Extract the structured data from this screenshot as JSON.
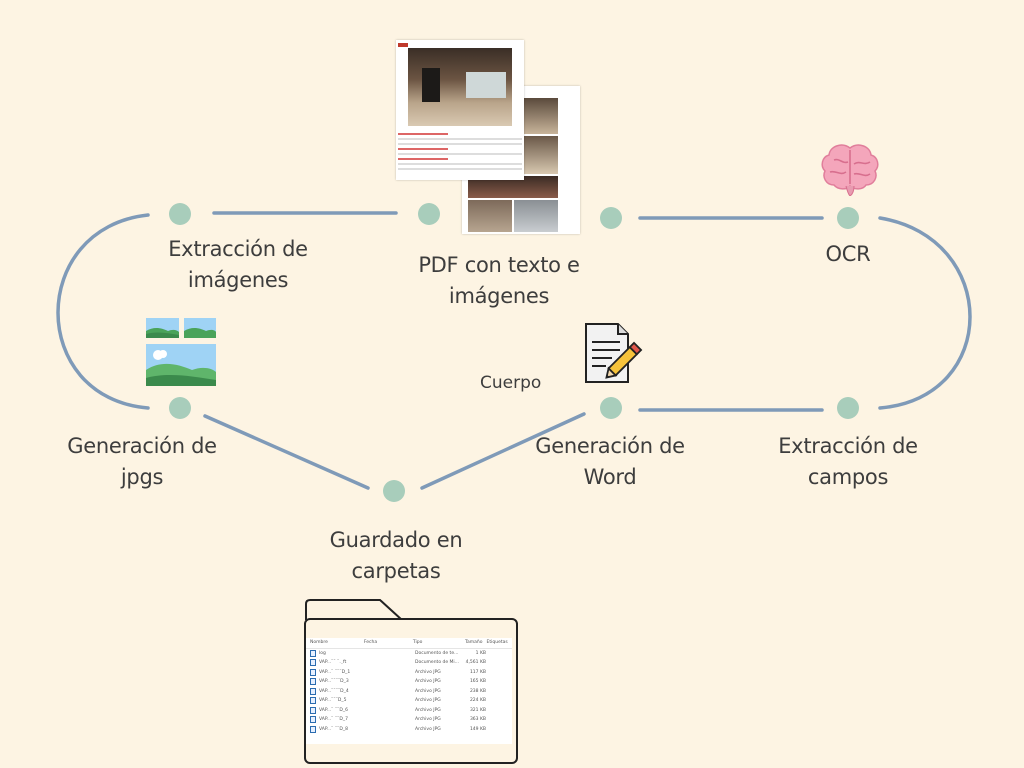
{
  "nodes": {
    "extraccion_imagenes": {
      "lines": [
        "Extracción de",
        "imágenes"
      ]
    },
    "pdf": {
      "lines": [
        "PDF con texto e",
        "imágenes"
      ]
    },
    "ocr": {
      "lines": [
        "OCR"
      ]
    },
    "generacion_jpgs": {
      "lines": [
        "Generación de",
        "jpgs"
      ]
    },
    "guardado": {
      "lines": [
        "Guardado en",
        "carpetas"
      ]
    },
    "generacion_word": {
      "lines": [
        "Generación de",
        "Word"
      ]
    },
    "extraccion_campos": {
      "lines": [
        "Extracción de",
        "campos"
      ]
    },
    "cuerpo": "Cuerpo"
  },
  "icons": {
    "brain": "brain-icon",
    "images": "images-icon",
    "document": "document-pencil-icon",
    "folder": "folder-icon"
  },
  "explorer": {
    "columns": {
      "name": "Nombre",
      "date": "Fecha",
      "type": "Tipo",
      "size": "Tamaño",
      "tags": "Etiquetas"
    },
    "rows": [
      {
        "name": "log",
        "type": "Documento de te...",
        "size": "1 KB"
      },
      {
        "name": "VAP...¨¨ ¨.¸ft",
        "type": "Documento de Mi...",
        "size": "4,561 KB"
      },
      {
        "name": "VAP...¨ ¨¨¨D_1",
        "type": "Archivo JPG",
        "size": "117 KB"
      },
      {
        "name": "VAP...¨¨¨¨D_3",
        "type": "Archivo JPG",
        "size": "165 KB"
      },
      {
        "name": "VAP...¨¨¨¨D_4",
        "type": "Archivo JPG",
        "size": "238 KB"
      },
      {
        "name": "VAP...¨¨¨D_5",
        "type": "Archivo JPG",
        "size": "224 KB"
      },
      {
        "name": "VAP...¨ ¨¨D_6",
        "type": "Archivo JPG",
        "size": "321 KB"
      },
      {
        "name": "VAP...¨ ¨¨D_7",
        "type": "Archivo JPG",
        "size": "363 KB"
      },
      {
        "name": "VAP...¨ ¨¨D_8",
        "type": "Archivo JPG",
        "size": "149 KB"
      }
    ]
  },
  "colors": {
    "background": "#fdf4e3",
    "line": "#7f9ab8",
    "node": "#a8cdbb",
    "text": "#3d3d3d"
  }
}
